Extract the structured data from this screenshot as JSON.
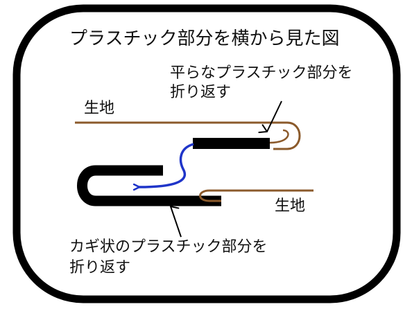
{
  "title": "プラスチック部分を横から見た図",
  "labels": {
    "fabric_top": "生地",
    "fabric_bottom": "生地",
    "flat_plastic_line1": "平らなプラスチック部分を",
    "flat_plastic_line2": "折り返す",
    "hook_plastic_line1": "カギ状のプラスチック部分を",
    "hook_plastic_line2": "折り返す"
  },
  "colors": {
    "frame": "#000000",
    "fabric": "#8b5a2b",
    "plastic": "#000000",
    "motion_arrow": "#1f35c9",
    "pointer": "#000000"
  }
}
